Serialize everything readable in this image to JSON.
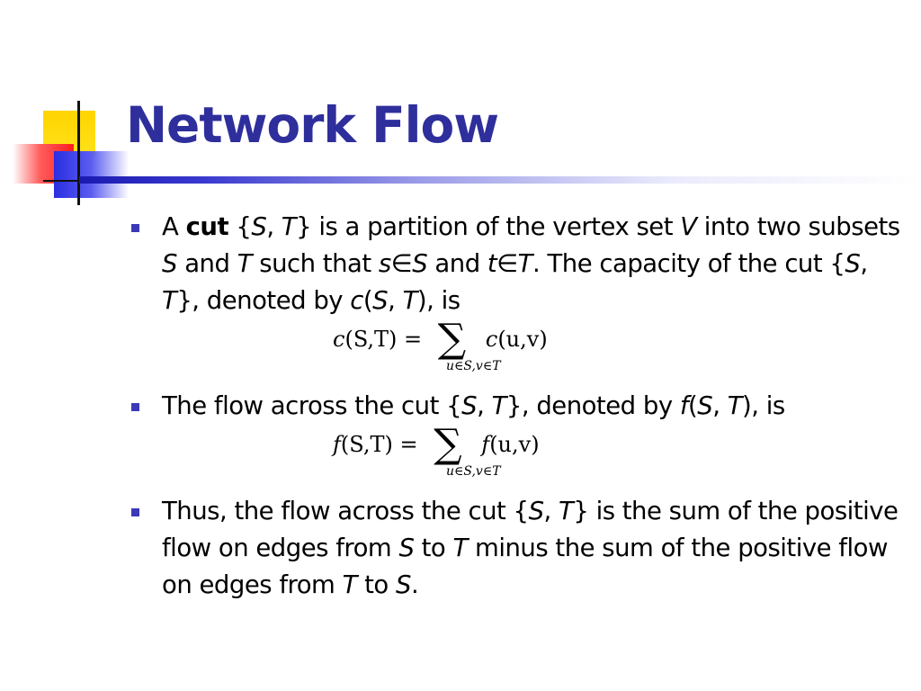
{
  "slide": {
    "title": "Network Flow"
  },
  "bullets": [
    {
      "parts": {
        "p1": "A ",
        "cut": "cut",
        "p2": " {",
        "S": "S",
        "p3": ", ",
        "T": "T",
        "p4": "} is a partition of the vertex set ",
        "V": "V",
        "p5": " into two subsets ",
        "S2": "S",
        "p6": " and ",
        "T2": "T",
        "p7": " such that ",
        "s": "s",
        "in1": "∈",
        "S3": "S",
        "p8": " and ",
        "t": "t",
        "in2": "∈",
        "T3": "T",
        "p9": ". The capacity of the cut {",
        "S4": "S",
        "p10": ", ",
        "T4": "T",
        "p11": "}, denoted by ",
        "c": "c",
        "p12": "(",
        "S5": "S",
        "p13": ", ",
        "T5": "T",
        "p14": "), is"
      },
      "equation": {
        "lhs_fn": "c",
        "lhs_args": "(S,T)",
        "eq": "=",
        "sigma": "∑",
        "rhs_fn": "c",
        "rhs_args": "(u,v)",
        "sub": "u∈S,v∈T"
      }
    },
    {
      "parts": {
        "p1": "The flow across the cut {",
        "S": "S",
        "p2": ", ",
        "T": "T",
        "p3": "}, denoted by ",
        "f": "f",
        "p4": "(",
        "S2": "S",
        "p5": ", ",
        "T2": "T",
        "p6": "), is"
      },
      "equation": {
        "lhs_fn": "f",
        "lhs_args": "(S,T)",
        "eq": "=",
        "sigma": "∑",
        "rhs_fn": "f",
        "rhs_args": "(u,v)",
        "sub": "u∈S,v∈T"
      }
    },
    {
      "parts": {
        "p1": "Thus, the flow across the cut {",
        "S": "S",
        "p2": ", ",
        "T": "T",
        "p3": "} is the sum of the positive flow on edges from ",
        "S2": "S",
        "p4": " to ",
        "T2": "T",
        "p5": " minus the sum of the positive flow on edges from ",
        "T3": "T",
        "p6": " to ",
        "S3": "S",
        "p7": "."
      }
    }
  ],
  "colors": {
    "title": "#2e2e9c",
    "bullet": "#3a3ab8",
    "logo_yellow": "#ffd400",
    "logo_red": "#ff1e1e",
    "logo_blue": "#2a2ee0"
  },
  "icons": {
    "logo": "decorative-squares-logo",
    "bullet": "square-bullet-icon"
  }
}
